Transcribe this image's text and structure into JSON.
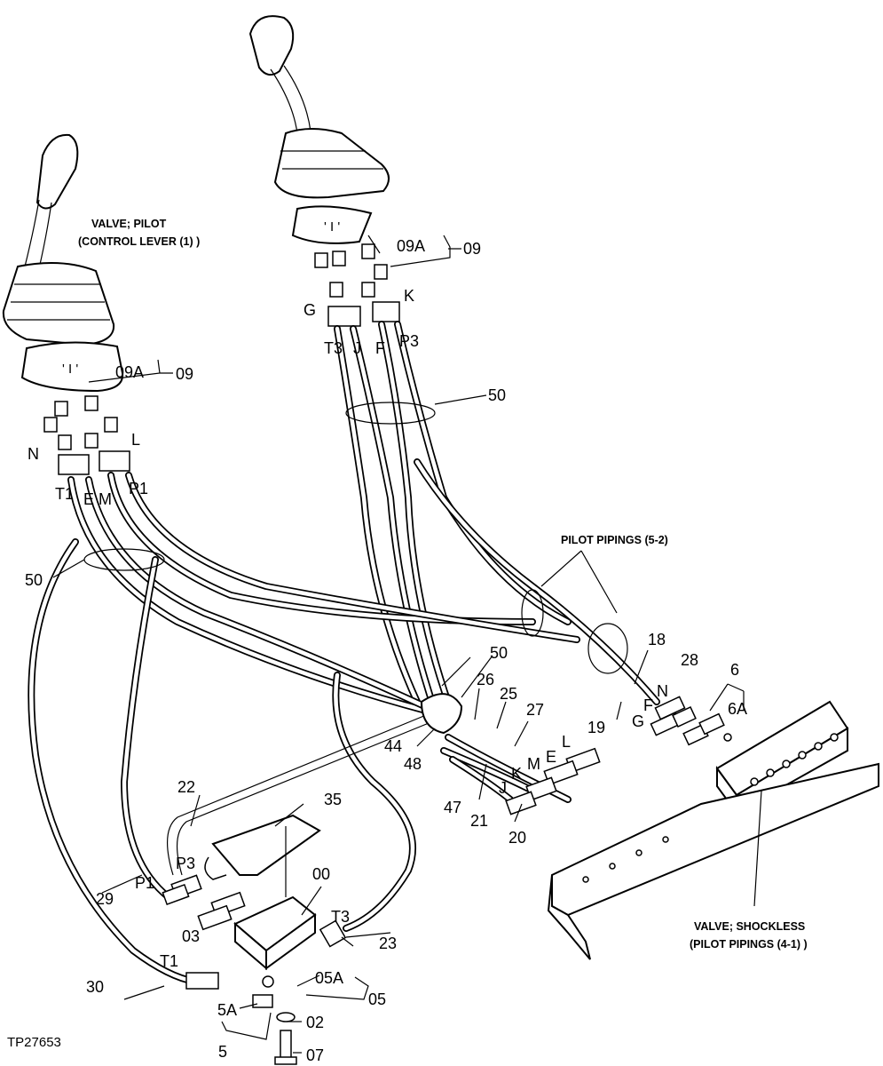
{
  "figure_id": "TP27653",
  "captions": {
    "left_valve_line1": "VALVE; PILOT",
    "left_valve_line2": "(CONTROL LEVER (1) )",
    "pilot_pipings_52": "PILOT PIPINGS (5-2)",
    "shockless_line1": "VALVE; SHOCKLESS",
    "shockless_line2": "(PILOT PIPINGS (4-1) )"
  },
  "callouts": {
    "c09A_top": "09A",
    "c09_top": "09",
    "cG": "G",
    "cK": "K",
    "cT3_top": "T3",
    "cJ_top": "J",
    "cF_top": "F",
    "cP3_top": "P3",
    "c50_top": "50",
    "c09A_left": "09A",
    "c09_left": "09",
    "cN_left": "N",
    "cL_left": "L",
    "cT1_left": "T1",
    "cE_left": "E",
    "cM_left": "M",
    "cP1_left": "P1",
    "c50_left": "50",
    "c50_mid": "50",
    "c18": "18",
    "c28": "28",
    "c6": "6",
    "c6A": "6A",
    "cN_right": "N",
    "cF_right": "F",
    "cG_right": "G",
    "c19": "19",
    "c26": "26",
    "c25": "25",
    "c27": "27",
    "cL_right": "L",
    "cE_right": "E",
    "cM_right": "M",
    "cK_right": "K",
    "cJ_right": "J",
    "c44": "44",
    "c48": "48",
    "c47": "47",
    "c21": "21",
    "c20": "20",
    "c22": "22",
    "c35": "35",
    "cP3_low": "P3",
    "cP1_low": "P1",
    "c29": "29",
    "c00": "00",
    "cT3_low": "T3",
    "c23": "23",
    "c03": "03",
    "c05A": "05A",
    "c05": "05",
    "c30": "30",
    "cT1_low": "T1",
    "c5A": "5A",
    "c5": "5",
    "c02": "02",
    "c07": "07"
  }
}
